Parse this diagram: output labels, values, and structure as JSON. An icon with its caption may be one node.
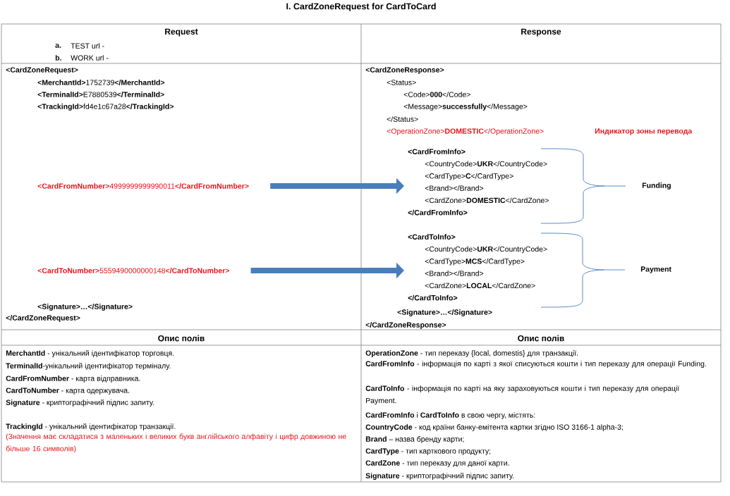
{
  "diagram": {
    "title": "I. CardZoneRequest for CardToCard",
    "nodes": [
      {
        "text": [
          "**<CardFromNumber>**4999999999990011**</CardFromNumber>**"
        ]
      },
      {
        "text": [
          "**<CardToNumber>**5559490000000148**</CardToNumber>**"
        ]
      },
      {
        "text": [
          "<CardFromInfo>",
          "<CountryCode>**UKR**</CountryCode>",
          "<CardType>**C**</CardType>",
          "<Brand></Brand>",
          "<CardZone>**DOMESTIC**</CardZone>",
          "</CardFromInfo>"
        ]
      },
      {
        "text": [
          "<CardToInfo>",
          "<CountryCode>**UKR**</CountryCode>",
          "<CardType>**MCS**</CardType>",
          "<Brand></Brand>",
          "<CardZone>**LOCAL**</CardZone>",
          "</CardToInfo>"
        ]
      }
    ],
    "edges": [
      {
        "from": 0,
        "to": 2,
        "arrow": "to"
      },
      {
        "from": 1,
        "to": 3,
        "arrow": "to"
      }
    ],
    "labels": [
      "Request",
      "Response",
      "a.",
      "TEST url -",
      "b.",
      "WORK url -",
      "<CardZoneRequest>",
      "**<MerchantId>**1752739**</MerchantId>**",
      "**<TerminalId>**E7880539**</TerminalId>**",
      "**<TrackingId>**fd4e1c67a28**</TrackingId>**",
      "<Signature>…</Signature>",
      "</CardZoneRequest>",
      "<CardZoneResponse>",
      "<Status>",
      "<Code>**000**</Code>",
      "<Message>**successfully**</Message>",
      "</Status>",
      "<OperationZone>**DOMESTIC**</OperationZone>",
      "Индикатор зоны перевода",
      "Funding",
      "Payment",
      "<Signature>…</Signature>",
      "</CardZoneResponse>",
      "Опис полів",
      "Опис полів",
      "**MerchantId** - унікальний ідентифікатор торговця.",
      "**TerminalId**-унікальний ідентифікатор терміналу.",
      "**CardFromNumber** - карта відправника.",
      "**CardToNumber** - карта одержувача.",
      "**Signature** - криптографічний підпис запиту.",
      "**TrackingId** - унікальний ідентифікатор транзакції.",
      "(Значення має складатися з маленьких і великих букв англійського алфавіту і цифр довжиною не більше 16 символів)",
      "**OperationZone** - тип переказу {local, domestis} для транзакції.",
      "**CardFromInfo** - інформація по карті з якої списуються кошти і тип переказу для операції Funding.",
      "**CardToInfo** - інформація по карті на яку зараховуються кошти і тип переказу для операції Payment.",
      "**CardFromInfo** і **CardToInfo** в свою чергу, містять:",
      "**CountryCode** - код країни банку-емітента картки згідно ISO 3166-1 alpha-3;",
      "**Brand** – назва бренду карти;",
      "**CardType** - тип карткового продукту;",
      "**CardZone** - тип переказу для даної карти.",
      "**Signature** - криптографічний підпис запиту."
    ]
  }
}
